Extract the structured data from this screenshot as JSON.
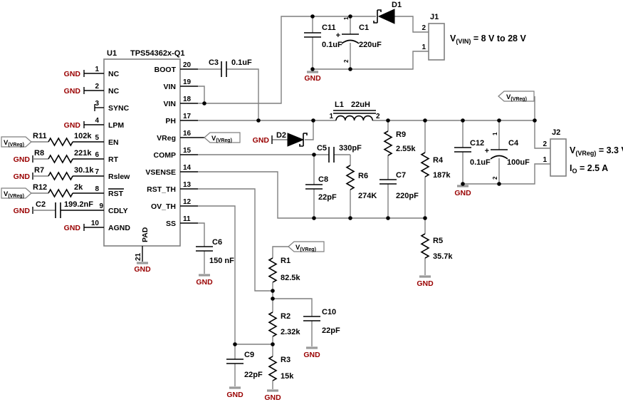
{
  "colors": {
    "gnd_text": "#990000",
    "wire": "#7f7f7f",
    "symbol": "#000000"
  },
  "labels": {
    "gnd": "GND",
    "vreg_v": "V",
    "vreg_sub": "(VReg)"
  },
  "ic": {
    "ref": "U1",
    "part": "TPS54362x-Q1",
    "pad_name": "PAD",
    "pad_num": "21",
    "left_pins": [
      {
        "num": "1",
        "name": "NC"
      },
      {
        "num": "2",
        "name": "NC"
      },
      {
        "num": "3",
        "name": "SYNC"
      },
      {
        "num": "4",
        "name": "LPM"
      },
      {
        "num": "5",
        "name": "EN"
      },
      {
        "num": "6",
        "name": "RT"
      },
      {
        "num": "7",
        "name": "Rslew"
      },
      {
        "num": "8",
        "name": "RST"
      },
      {
        "num": "9",
        "name": "CDLY"
      },
      {
        "num": "10",
        "name": "AGND"
      }
    ],
    "right_pins": [
      {
        "num": "20",
        "name": "BOOT"
      },
      {
        "num": "19",
        "name": "VIN"
      },
      {
        "num": "18",
        "name": "VIN"
      },
      {
        "num": "17",
        "name": "PH"
      },
      {
        "num": "16",
        "name": "VReg"
      },
      {
        "num": "15",
        "name": "COMP"
      },
      {
        "num": "14",
        "name": "VSENSE"
      },
      {
        "num": "13",
        "name": "RST_TH"
      },
      {
        "num": "12",
        "name": "OV_TH"
      },
      {
        "num": "11",
        "name": "SS"
      }
    ]
  },
  "parts": {
    "r11": {
      "ref": "R11",
      "value": "102k"
    },
    "r8": {
      "ref": "R8",
      "value": "221k"
    },
    "r7": {
      "ref": "R7",
      "value": "30.1k"
    },
    "r12": {
      "ref": "R12",
      "value": "2k"
    },
    "c2": {
      "ref": "C2",
      "value": "199.2nF"
    },
    "c3": {
      "ref": "C3",
      "value": "0.1uF"
    },
    "c11": {
      "ref": "C11",
      "value": "0.1uF"
    },
    "c1": {
      "ref": "C1",
      "value": "220uF",
      "plus": "+",
      "pin1": "1",
      "pin2": "2"
    },
    "d1": {
      "ref": "D1"
    },
    "d2": {
      "ref": "D2"
    },
    "l1": {
      "ref": "L1",
      "value": "22uH",
      "pin1": "1",
      "pin2": "2"
    },
    "c5": {
      "ref": "C5",
      "value": "330pF"
    },
    "c8": {
      "ref": "C8",
      "value": "22pF"
    },
    "r6": {
      "ref": "R6",
      "value": "274K"
    },
    "r9": {
      "ref": "R9",
      "value": "2.55k"
    },
    "c7": {
      "ref": "C7",
      "value": "220pF"
    },
    "r4": {
      "ref": "R4",
      "value": "187k"
    },
    "r5": {
      "ref": "R5",
      "value": "35.7k"
    },
    "c12": {
      "ref": "C12",
      "value": "0.1uF"
    },
    "c4": {
      "ref": "C4",
      "value": "100uF",
      "plus": "+",
      "pin1": "1",
      "pin2": "2"
    },
    "c6": {
      "ref": "C6",
      "value": "150 nF"
    },
    "r1": {
      "ref": "R1",
      "value": "82.5k"
    },
    "r2": {
      "ref": "R2",
      "value": "2.32k"
    },
    "r3": {
      "ref": "R3",
      "value": "15k"
    },
    "c9": {
      "ref": "C9",
      "value": "22pF"
    },
    "c10": {
      "ref": "C10",
      "value": "22pF"
    },
    "j1": {
      "ref": "J1",
      "pin1": "1",
      "pin2": "2"
    },
    "j2": {
      "ref": "J2",
      "pin1": "1",
      "pin2": "2"
    }
  },
  "annotations": {
    "vin_v": "V",
    "vin_sub": "(VIN)",
    "vin_rest": " = 8 V to 28 V",
    "vreg_v": "V",
    "vreg_sub": "(VReg)",
    "vreg_rest": " = 3.3 V",
    "io_v": "I",
    "io_sub": "O",
    "io_rest": " = 2.5 A"
  }
}
